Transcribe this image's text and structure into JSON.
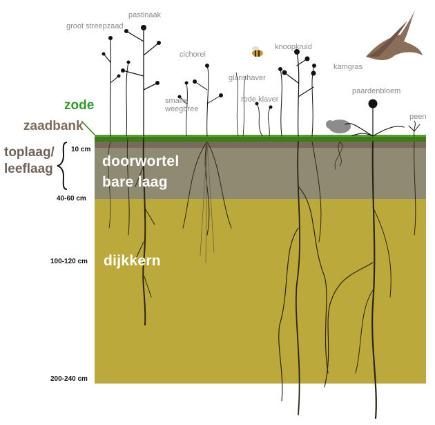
{
  "plants": {
    "groot_streepzaad": "groot streepzaad",
    "pastinaak": "pastinaak",
    "cichorei": "cichorei",
    "smalle_weegbree": "smalle weegbree",
    "glanshaver": "glanshaver",
    "rode_klaver": "rode klaver",
    "knoopkruid": "knoopkruid",
    "kamgras": "kamgras",
    "paardenbloem": "paardenbloem",
    "peen": "peen"
  },
  "layers": {
    "zode": "zode",
    "zaadbank": "zaadbank",
    "toplaag": "toplaag/",
    "leeflaag": "leeflaag",
    "doorwortel_line1": "doorwortel",
    "doorwortel_line2": "bare laag",
    "dijkkern": "dijkkern"
  },
  "depths": {
    "d10": "10 cm",
    "d40": "40-60 cm",
    "d100": "100-120 cm",
    "d200": "200-240 cm"
  },
  "colors": {
    "zode": "#3f7d1c",
    "zaadbank": "#7a6a5c",
    "topsoil": "#8f8a72",
    "core": "#bba93c",
    "roots": "#2a2418",
    "zode_text": "#2e9a2e",
    "zaadbank_text": "#7d6a5a"
  }
}
